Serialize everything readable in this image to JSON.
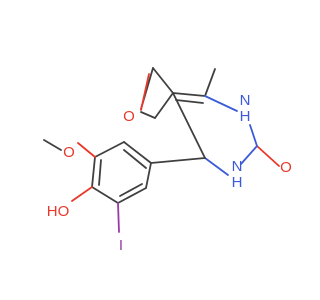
{
  "molecule": {
    "atoms": {
      "acetyl_oxygen": "O",
      "methoxy_oxygen": "O",
      "hydroxyl": "HO",
      "iodine": "I",
      "nh_upper": "N\nH",
      "nh_lower": "N\nH",
      "carbonyl_oxygen": "O"
    }
  },
  "colors": {
    "bond": "#404040",
    "oxygen": "#e8382a",
    "nitrogen": "#3b5bd9",
    "iodine": "#9a3aa8",
    "background": "#ffffff"
  }
}
